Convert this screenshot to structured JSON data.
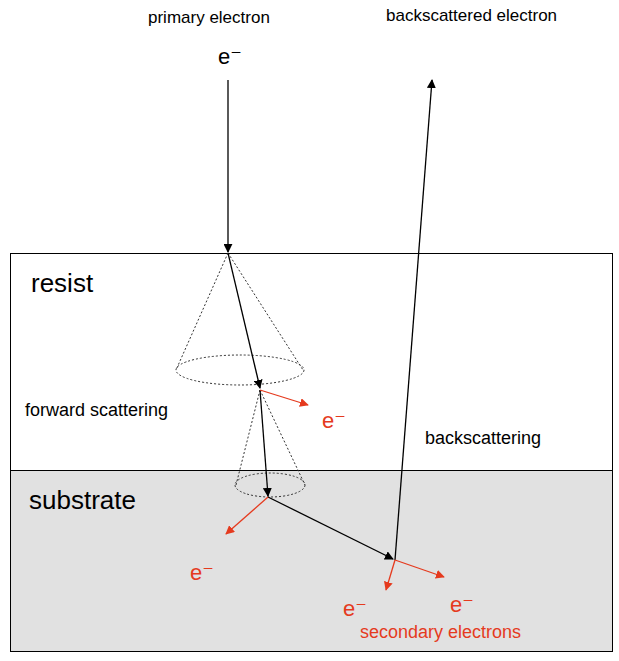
{
  "diagram": {
    "nodes": [
      {
        "text": [
          "resist"
        ]
      },
      {
        "text": [
          "substrate"
        ]
      }
    ],
    "labels": [
      "primary electron",
      "e⁻",
      "backscattered electron",
      "forward scattering",
      "e⁻",
      "backscattering",
      "e⁻",
      "e⁻",
      "e⁻",
      "secondary electrons"
    ]
  }
}
